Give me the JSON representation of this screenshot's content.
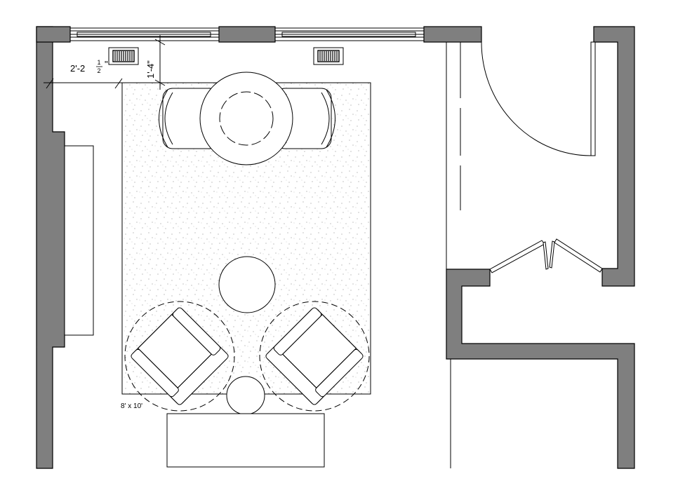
{
  "colors": {
    "wall_fill": "#7f7f7f",
    "line": "#000000",
    "background": "#ffffff"
  },
  "dimensions": {
    "window_offset": {
      "whole": "2'-2",
      "numerator": "1",
      "denominator": "2",
      "unit": "\""
    },
    "wall_offset": {
      "text": "1'-4\""
    }
  },
  "rug": {
    "label": "8' x 10'"
  },
  "icons": [
    "floor-vent-icon",
    "door-swing-icon",
    "bifold-door-icon"
  ]
}
